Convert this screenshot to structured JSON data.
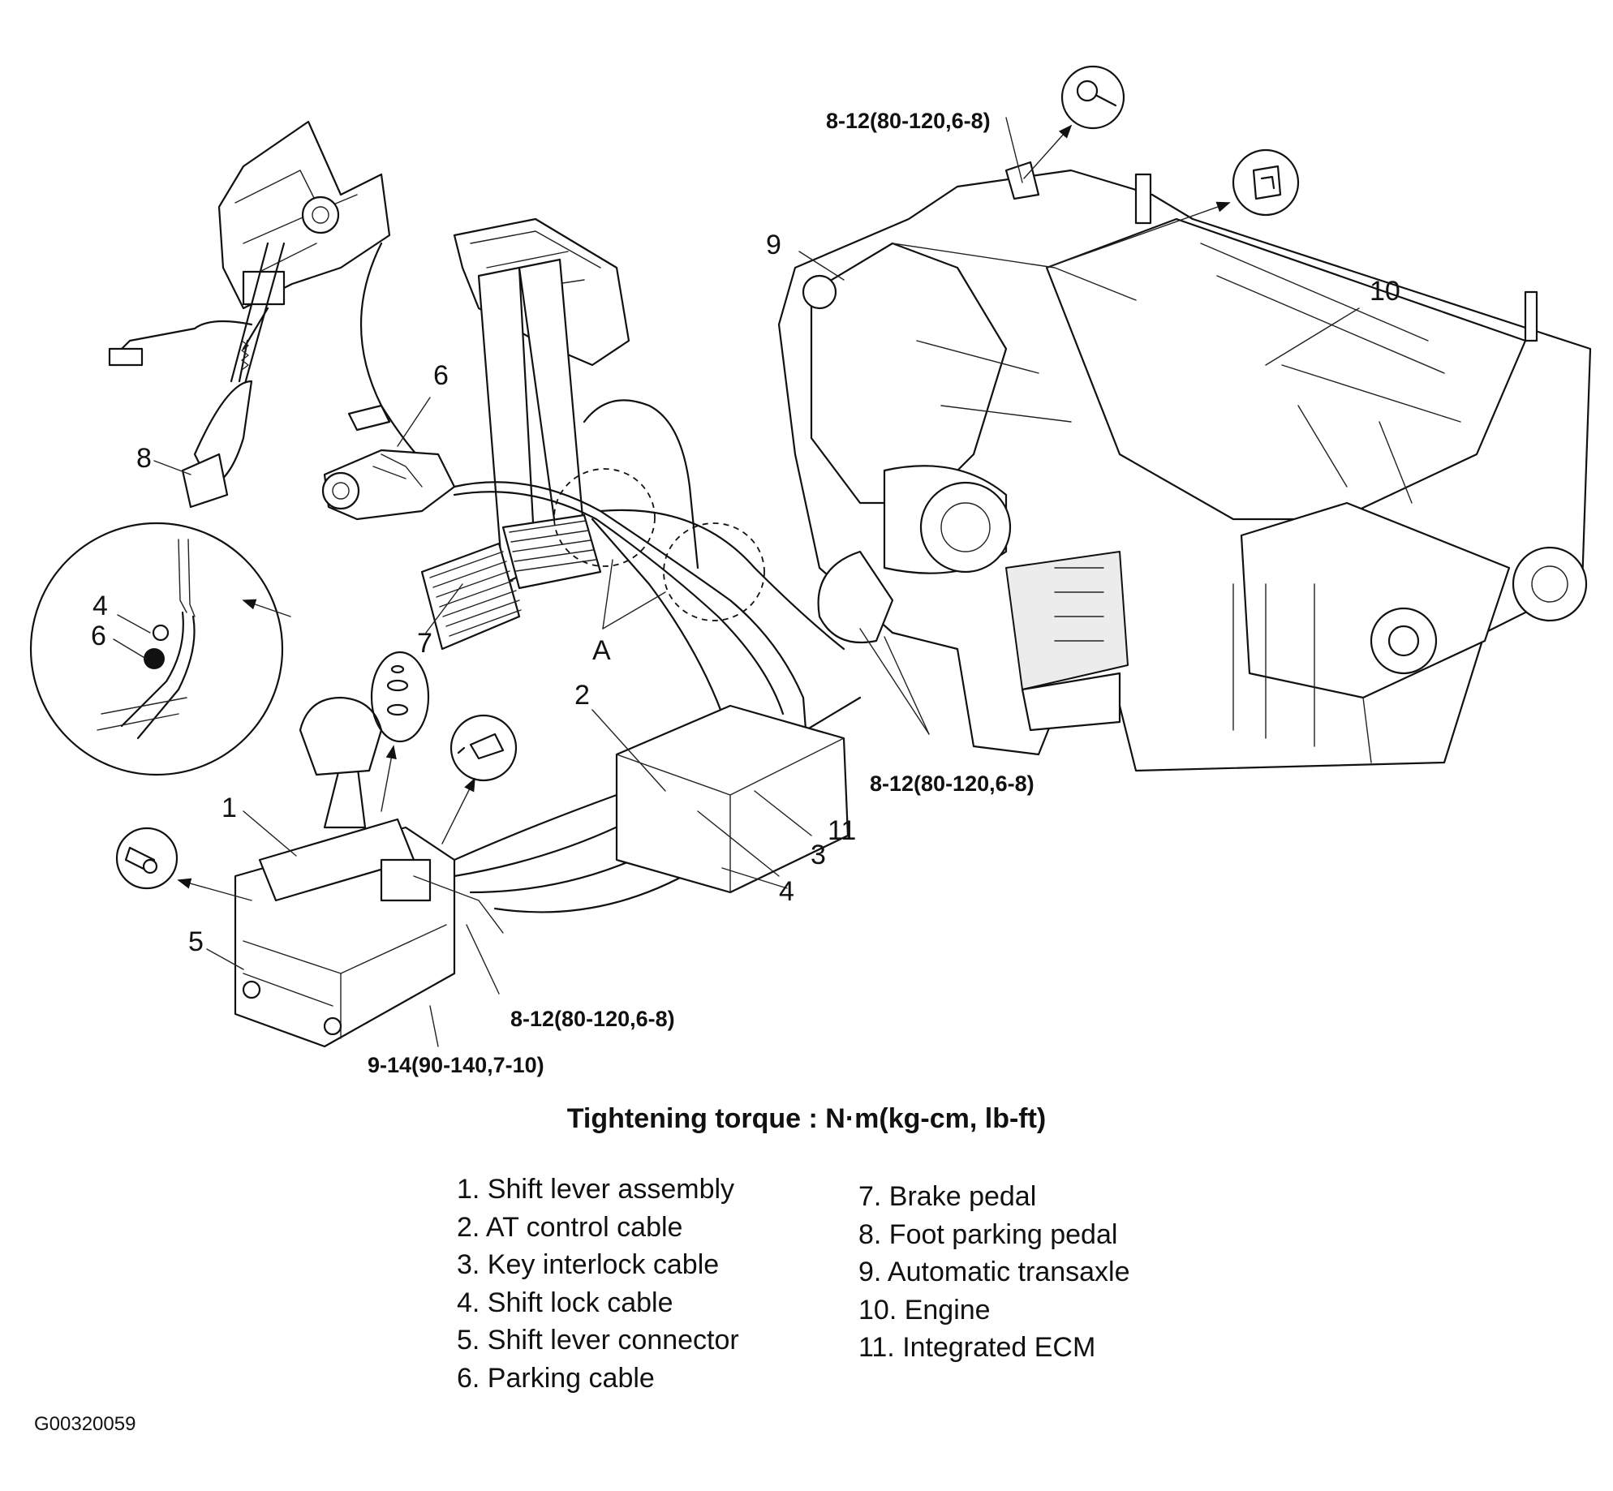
{
  "diagram": {
    "callouts": {
      "n1": "1",
      "n2": "2",
      "n3": "3",
      "n4": "4",
      "n5": "5",
      "n6": "6",
      "n7": "7",
      "n8": "8",
      "n9": "9",
      "n10": "10",
      "n11": "11",
      "detail_4": "4",
      "detail_6": "6",
      "a": "A"
    },
    "torque": {
      "top": "8-12(80-120,6-8)",
      "right": "8-12(80-120,6-8)",
      "bottom": "8-12(80-120,6-8)",
      "shift_base": "9-14(90-140,7-10)"
    }
  },
  "caption": "Tightening torque : N·m(kg-cm, lb-ft)",
  "legend": {
    "left": [
      "1. Shift lever assembly",
      "2. AT control cable",
      "3. Key interlock cable",
      "4. Shift lock cable",
      "5. Shift lever connector",
      "6. Parking cable"
    ],
    "right": [
      "7. Brake pedal",
      "8. Foot parking pedal",
      "9. Automatic transaxle",
      "10. Engine",
      "11. Integrated ECM"
    ]
  },
  "figure_code": "G00320059"
}
